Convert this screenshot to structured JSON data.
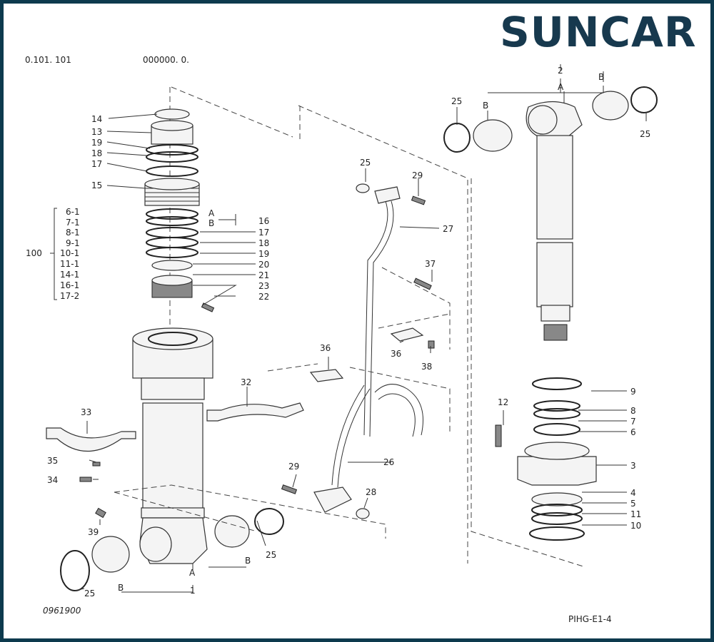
{
  "logo": {
    "text": "SUNCAR",
    "color": "#17394e"
  },
  "frame_color": "#0d3a4e",
  "header_texts": [
    "0.101. 101",
    "000000. 0."
  ],
  "drawing_number": "0961900",
  "sheet_code": "PIHG-E1-4",
  "kit": {
    "number": "100",
    "items": [
      "6-1",
      "7-1",
      "8-1",
      "9-1",
      "10-1",
      "11-1",
      "14-1",
      "16-1",
      "17-2"
    ]
  },
  "callouts": {
    "n14": "14",
    "n13": "13",
    "n19a": "19",
    "n18a": "18",
    "n17a": "17",
    "n15": "15",
    "nA1": "A",
    "nB1": "B",
    "n16": "16",
    "n17b": "17",
    "n18b": "18",
    "n19b": "19",
    "n20": "20",
    "n21": "21",
    "n23": "23",
    "n22": "22",
    "n33": "33",
    "n35": "35",
    "n34": "34",
    "n32": "32",
    "n39": "39",
    "n25a": "25",
    "n25b": "25",
    "nBb": "B",
    "nBc": "B",
    "nAb": "A",
    "n1": "1",
    "n25c": "25",
    "n29a": "29",
    "n27": "27",
    "n37": "37",
    "n36a": "36",
    "n38": "38",
    "n36b": "36",
    "n26": "26",
    "n29b": "29",
    "n28": "28",
    "n2": "2",
    "nA2": "A",
    "nB2": "B",
    "nB3": "B",
    "n25d": "25",
    "n25e": "25",
    "n9": "9",
    "n12": "12",
    "n8": "8",
    "n7": "7",
    "n6": "6",
    "n3": "3",
    "n4": "4",
    "n5": "5",
    "n11": "11",
    "n10": "10"
  }
}
